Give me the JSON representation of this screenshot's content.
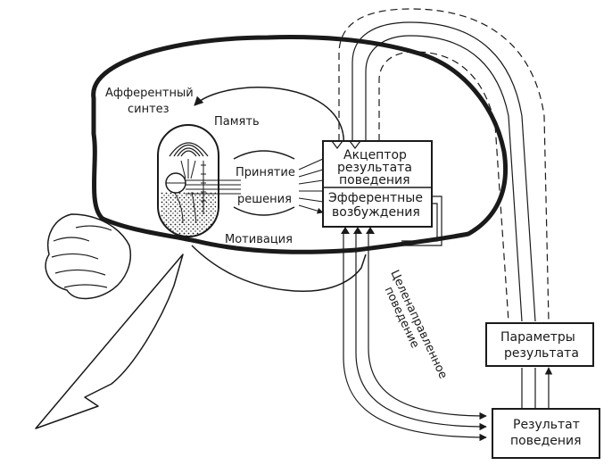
{
  "labels": {
    "afferent_synthesis_line1": "Афферентный",
    "afferent_synthesis_line2": "синтез",
    "memory": "Память",
    "decision_line1": "Принятие",
    "decision_line2": "решения",
    "motivation": "Мотивация",
    "acceptor_line1": "Акцептор",
    "acceptor_line2": "результата",
    "acceptor_line3": "поведения",
    "efferent_line1": "Эфферентные",
    "efferent_line2": "возбуждения",
    "goal_behavior_line1": "Целенаправленное",
    "goal_behavior_line2": "поведение",
    "result_params_line1": "Параметры",
    "result_params_line2": "результата",
    "behavior_result_line1": "Результат",
    "behavior_result_line2": "поведения"
  },
  "colors": {
    "ink": "#1a1a1a",
    "paper": "#ffffff"
  }
}
